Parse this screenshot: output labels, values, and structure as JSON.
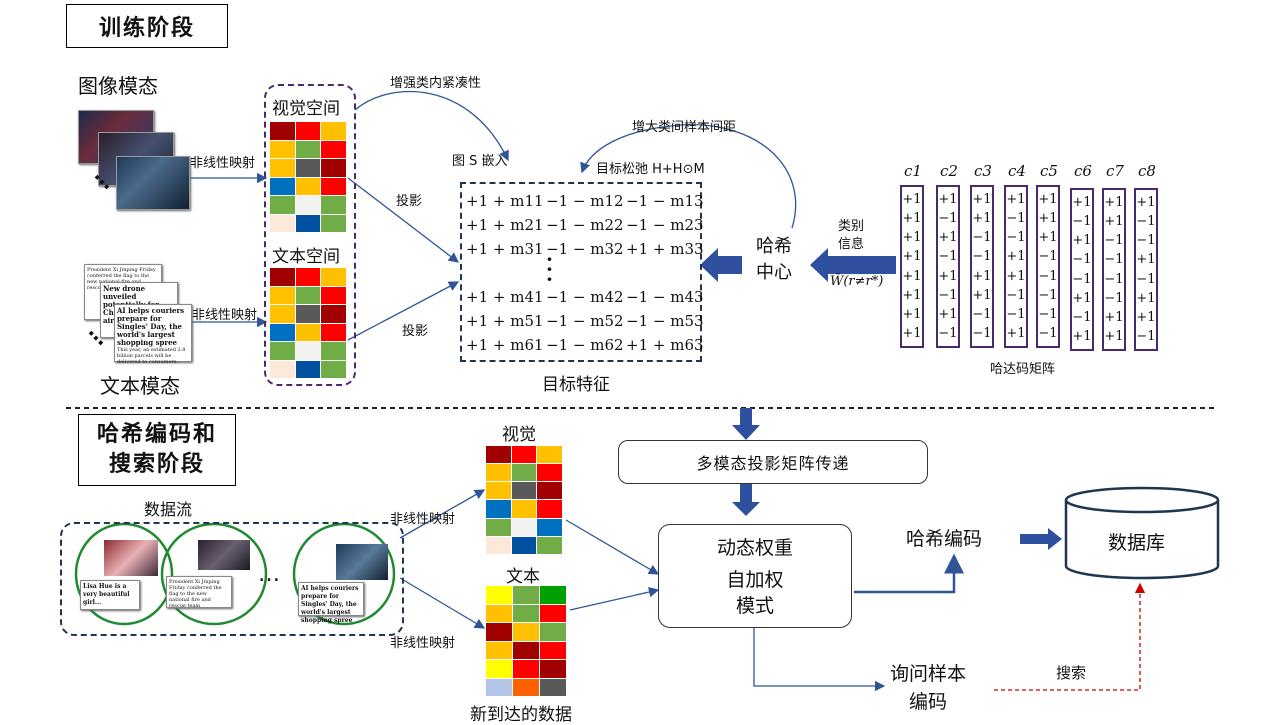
{
  "training": {
    "section_title": "训练阶段",
    "image_modality": "图像模态",
    "text_modality": "文本模态",
    "nonlinear_map_1": "非线性映射",
    "nonlinear_map_2": "非线性映射",
    "visual_space": "视觉空间",
    "text_space": "文本空间",
    "enhance_compactness": "增强类内紧凑性",
    "increase_margin": "增大类间样本间距",
    "graph_embed": "图 S 嵌入",
    "target_relax": "目标松弛 H+H⊙M",
    "projection_1": "投影",
    "projection_2": "投影",
    "target_feature": "目标特征",
    "hash_center": "哈希\n中心",
    "class_info": "类别\n信息",
    "w_formula": "W̃(r≠r*)",
    "hadamard_matrix": "哈达码矩阵",
    "matrix_rows": [
      [
        "+1 + m11",
        "−1 − m12",
        "−1 − m13"
      ],
      [
        "+1 + m21",
        "−1 − m22",
        "−1 − m23"
      ],
      [
        "+1 + m31",
        "−1 − m32",
        "+1 + m33"
      ],
      [
        "+1 + m41",
        "−1 − m42",
        "−1 − m43"
      ],
      [
        "+1 + m51",
        "−1 − m52",
        "−1 − m53"
      ],
      [
        "+1 + m61",
        "−1 − m62",
        "+1 + m63"
      ]
    ],
    "hadamard_labels": [
      "c1",
      "c2",
      "c3",
      "c4",
      "c5",
      "c6",
      "c7",
      "c8"
    ],
    "hadamard_columns": [
      [
        "+1",
        "+1",
        "+1",
        "+1",
        "+1",
        "+1",
        "+1",
        "+1"
      ],
      [
        "+1",
        "−1",
        "+1",
        "−1",
        "+1",
        "−1",
        "+1",
        "−1"
      ],
      [
        "+1",
        "+1",
        "−1",
        "−1",
        "+1",
        "+1",
        "−1",
        "−1"
      ],
      [
        "+1",
        "−1",
        "−1",
        "+1",
        "+1",
        "−1",
        "−1",
        "+1"
      ],
      [
        "+1",
        "+1",
        "+1",
        "−1",
        "−1",
        "−1",
        "−1",
        "−1"
      ],
      [
        "+1",
        "−1",
        "+1",
        "−1",
        "−1",
        "+1",
        "−1",
        "+1"
      ],
      [
        "+1",
        "+1",
        "−1",
        "−1",
        "−1",
        "−1",
        "+1",
        "+1"
      ],
      [
        "+1",
        "−1",
        "−1",
        "+1",
        "−1",
        "+1",
        "+1",
        "−1"
      ]
    ]
  },
  "hashing": {
    "section_title": "哈希编码和\n搜索阶段",
    "data_stream": "数据流",
    "ellipsis": "…",
    "nonlinear_map_3": "非线性映射",
    "nonlinear_map_4": "非线性映射",
    "visual": "视觉",
    "text": "文本",
    "new_data": "新到达的数据",
    "projection_transfer": "多模态投影矩阵传递",
    "dynamic_weight": "动态权重",
    "self_weight": "自加权\n模式",
    "hash_code": "哈希编码",
    "database": "数据库",
    "query_code": "询问样本\n编码",
    "search": "搜索"
  },
  "docs": {
    "doc1_head": "President Xi Jinping Friday conferred the flag to the new national fire and rescue team...",
    "doc2_head": "New drone unveiled potentially for China's third aircraft carrier",
    "doc3_head": "AI helps couriers prepare for Singles' Day, the world's largest shopping spree",
    "doc3_body": "This year, an estimated 2.8 billion parcels will be delivered to consumers.",
    "stream1": "Lisa Hue is a very beautiful girl...",
    "stream2": "President Xi Jinping Friday conferred the flag to the new national fire and rescue team",
    "stream3": "AI helps couriers prepare for Singles' Day, the world's largest shopping spree"
  },
  "colors": {
    "visual_grid": [
      "#a00000",
      "#ff0000",
      "#ffc000",
      "#ffc000",
      "#70ad47",
      "#ff0000",
      "#ffc000",
      "#595959",
      "#a00000",
      "#0070c0",
      "#ffc000",
      "#ff0000",
      "#70ad47",
      "#f2f2f2",
      "#70ad47",
      "#fde9d9",
      "#0050a0",
      "#70ad47"
    ],
    "text_grid": [
      "#a00000",
      "#ff0000",
      "#ffc000",
      "#ffc000",
      "#70ad47",
      "#ff0000",
      "#ffc000",
      "#595959",
      "#a00000",
      "#0070c0",
      "#ffc000",
      "#ff0000",
      "#70ad47",
      "#f2f2f2",
      "#70ad47",
      "#fde9d9",
      "#0050a0",
      "#70ad47"
    ],
    "visual_grid_2": [
      "#a00000",
      "#ff0000",
      "#ffc000",
      "#ffc000",
      "#70ad47",
      "#ff0000",
      "#ffc000",
      "#595959",
      "#a00000",
      "#0070c0",
      "#ffc000",
      "#ff0000",
      "#70ad47",
      "#f2f2f2",
      "#0070c0",
      "#fde9d9",
      "#0050a0",
      "#70ad47"
    ],
    "text_grid_2": [
      "#ffff00",
      "#70ad47",
      "#00a000",
      "#ffc000",
      "#70ad47",
      "#ff0000",
      "#a00000",
      "#ffc000",
      "#70ad47",
      "#ffc000",
      "#a00000",
      "#ff0000",
      "#ffff00",
      "#ff0000",
      "#a00000",
      "#b4c6e7",
      "#ff6000",
      "#595959"
    ],
    "arrow_blue": "#2f4f9f",
    "purple": "#4a2a6a",
    "green": "#1f8a2f"
  }
}
